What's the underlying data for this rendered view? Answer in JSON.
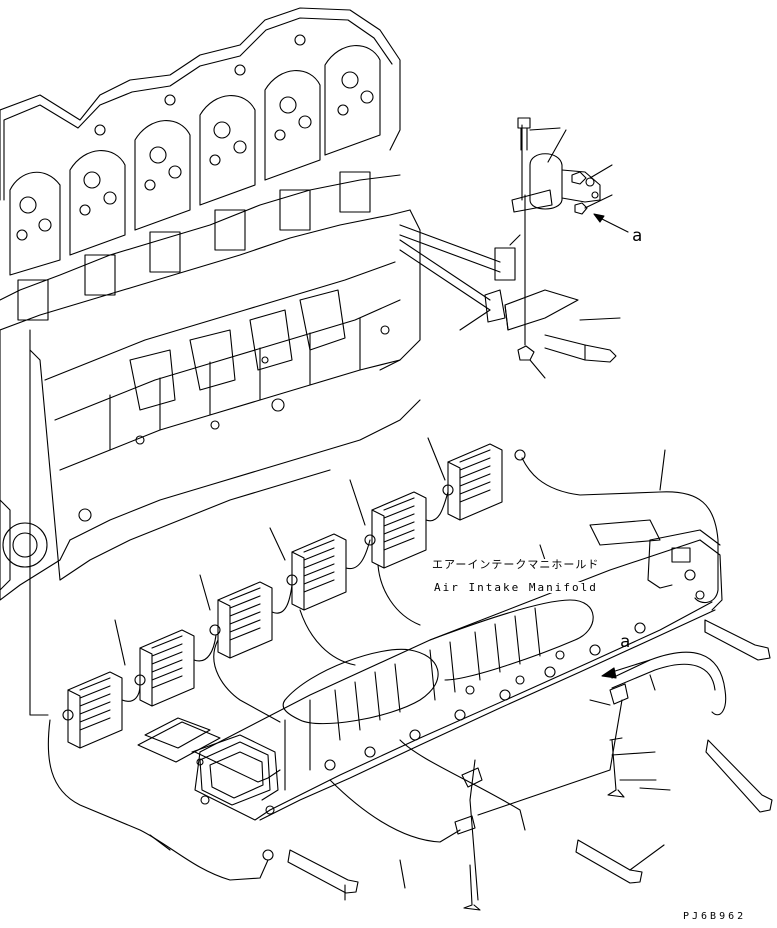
{
  "labels": {
    "manifold_jp": "エアーインテークマニホールド",
    "manifold_en": "Air Intake Manifold",
    "view_ref": "a",
    "drawing_code": "PJ6B962"
  },
  "colors": {
    "line": "#000000",
    "background": "#ffffff"
  }
}
